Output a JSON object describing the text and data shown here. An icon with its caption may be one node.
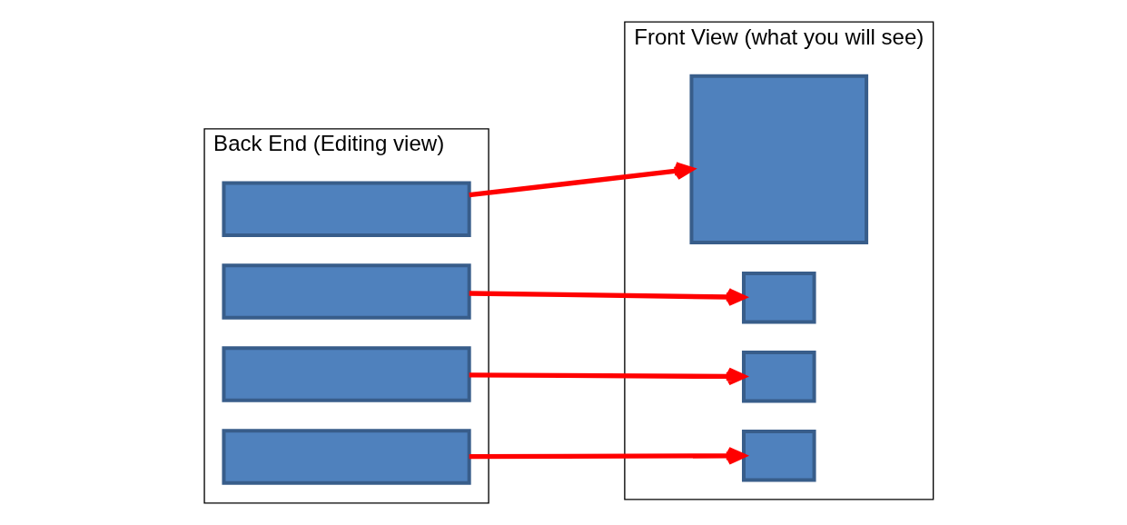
{
  "diagram": {
    "nodes": [
      {
        "text": [
          "Back End (Editing view)"
        ]
      },
      {
        "text": [],
        "shape": "box",
        "in": 0
      },
      {
        "text": [],
        "shape": "box",
        "in": 0
      },
      {
        "text": [],
        "shape": "box",
        "in": 0
      },
      {
        "text": [],
        "shape": "box",
        "in": 0
      },
      {
        "text": [
          "Front View (what you will see)"
        ]
      },
      {
        "text": [],
        "shape": "box",
        "in": 5
      },
      {
        "text": [],
        "shape": "box",
        "in": 5
      },
      {
        "text": [],
        "shape": "box",
        "in": 5
      },
      {
        "text": [],
        "shape": "box",
        "in": 5
      }
    ],
    "edges": [
      {
        "from": 1,
        "to": 6,
        "arrow": "to"
      },
      {
        "from": 2,
        "to": 7,
        "arrow": "to"
      },
      {
        "from": 3,
        "to": 8,
        "arrow": "to"
      },
      {
        "from": 4,
        "to": 9,
        "arrow": "to"
      }
    ]
  }
}
